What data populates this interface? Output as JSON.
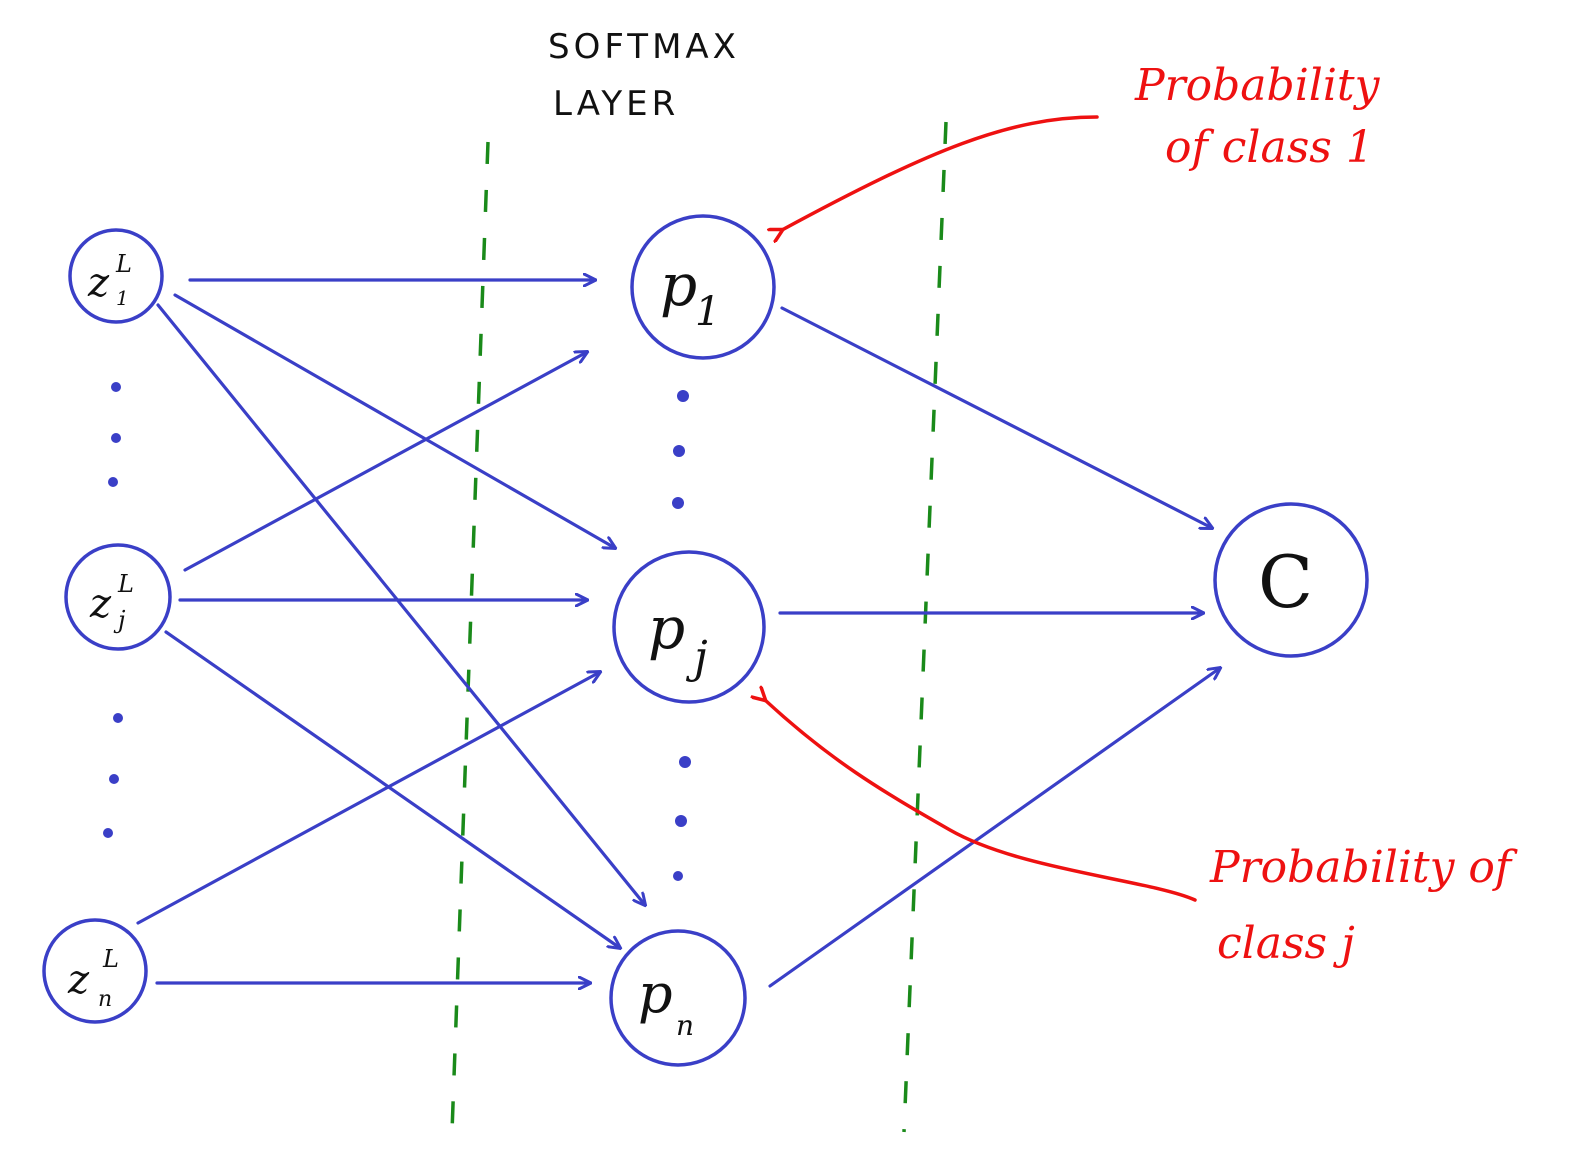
{
  "title": {
    "line1": "SOFTMAX",
    "line2": "LAYER"
  },
  "input_nodes": [
    {
      "id": "z1",
      "main": "z",
      "sup": "L",
      "sub": "1"
    },
    {
      "id": "zj",
      "main": "z",
      "sup": "L",
      "sub": "j"
    },
    {
      "id": "zn",
      "main": "z",
      "sup": "L",
      "sub": "n"
    }
  ],
  "softmax_nodes": [
    {
      "id": "p1",
      "main": "p",
      "sub": "1"
    },
    {
      "id": "pj",
      "main": "p",
      "sub": "j"
    },
    {
      "id": "pn",
      "main": "p",
      "sub": "n"
    }
  ],
  "output_node": {
    "id": "C",
    "label": "C"
  },
  "annotations": {
    "class1": {
      "line1": "Probability",
      "line2": "of class 1"
    },
    "classj": {
      "line1": "Probability of",
      "line2": "class j"
    }
  },
  "colors": {
    "node_stroke": "#3a3fc7",
    "edge": "#3a3fc7",
    "divider": "#1a8a1a",
    "annotation": "#ee1111",
    "text": "#111111",
    "background": "#ffffff"
  }
}
